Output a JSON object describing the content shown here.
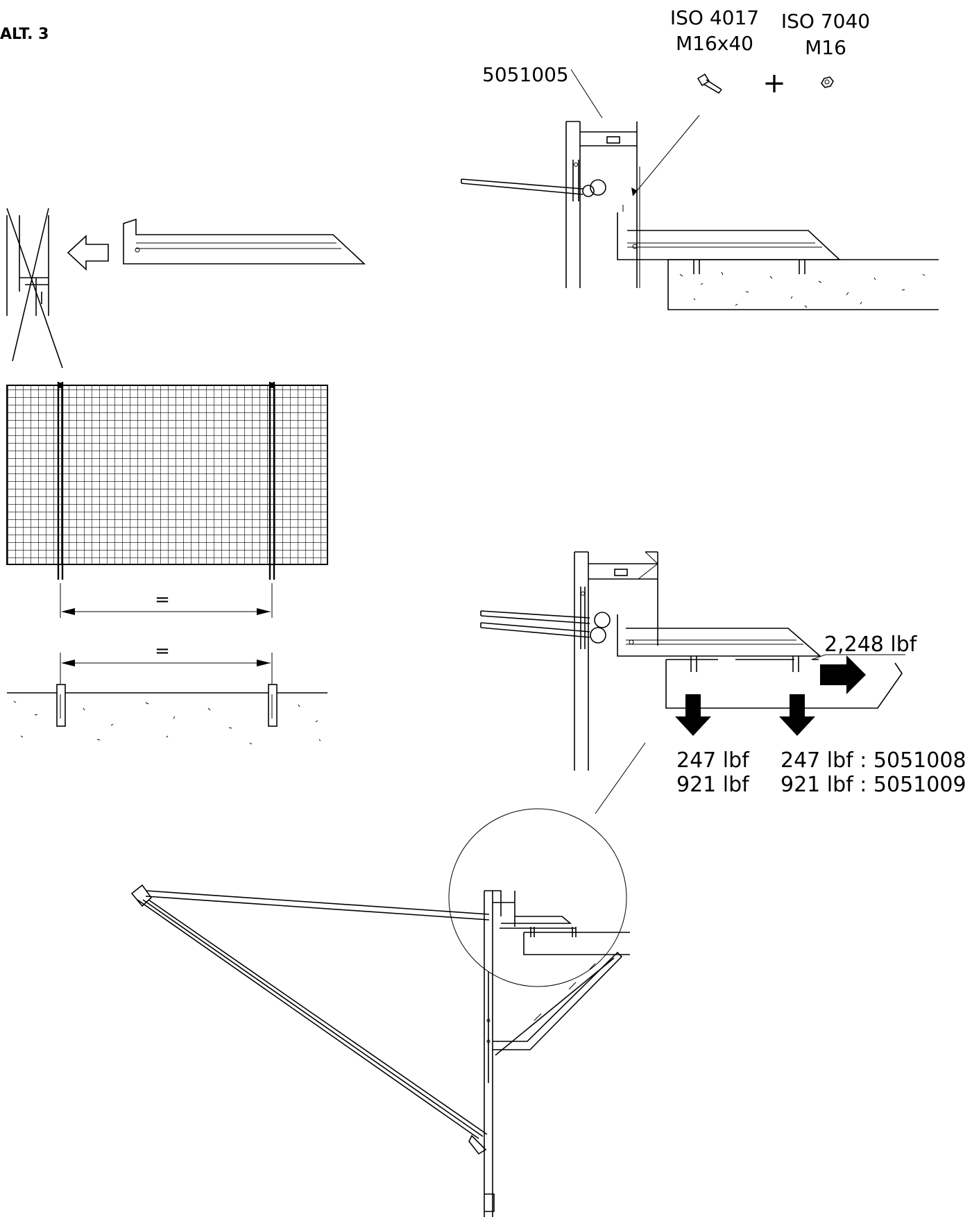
{
  "sheet_label": "ALT. 3",
  "fasteners": {
    "bolt_standard": "ISO 4017",
    "bolt_size": "M16x40",
    "nut_standard": "ISO 7040",
    "nut_size": "M16",
    "plus": "+"
  },
  "part_number": "5051005",
  "spacing": {
    "upper_equal": "=",
    "lower_equal": "="
  },
  "loads": {
    "horizontal": "2,248 lbf",
    "left_line1": "247 lbf",
    "left_line2": "921 lbf",
    "right_line1": "247 lbf : 5051008",
    "right_line2": "921 lbf : 5051009"
  },
  "colors": {
    "line": "#000000",
    "background": "#ffffff",
    "hatch": "#555555"
  }
}
